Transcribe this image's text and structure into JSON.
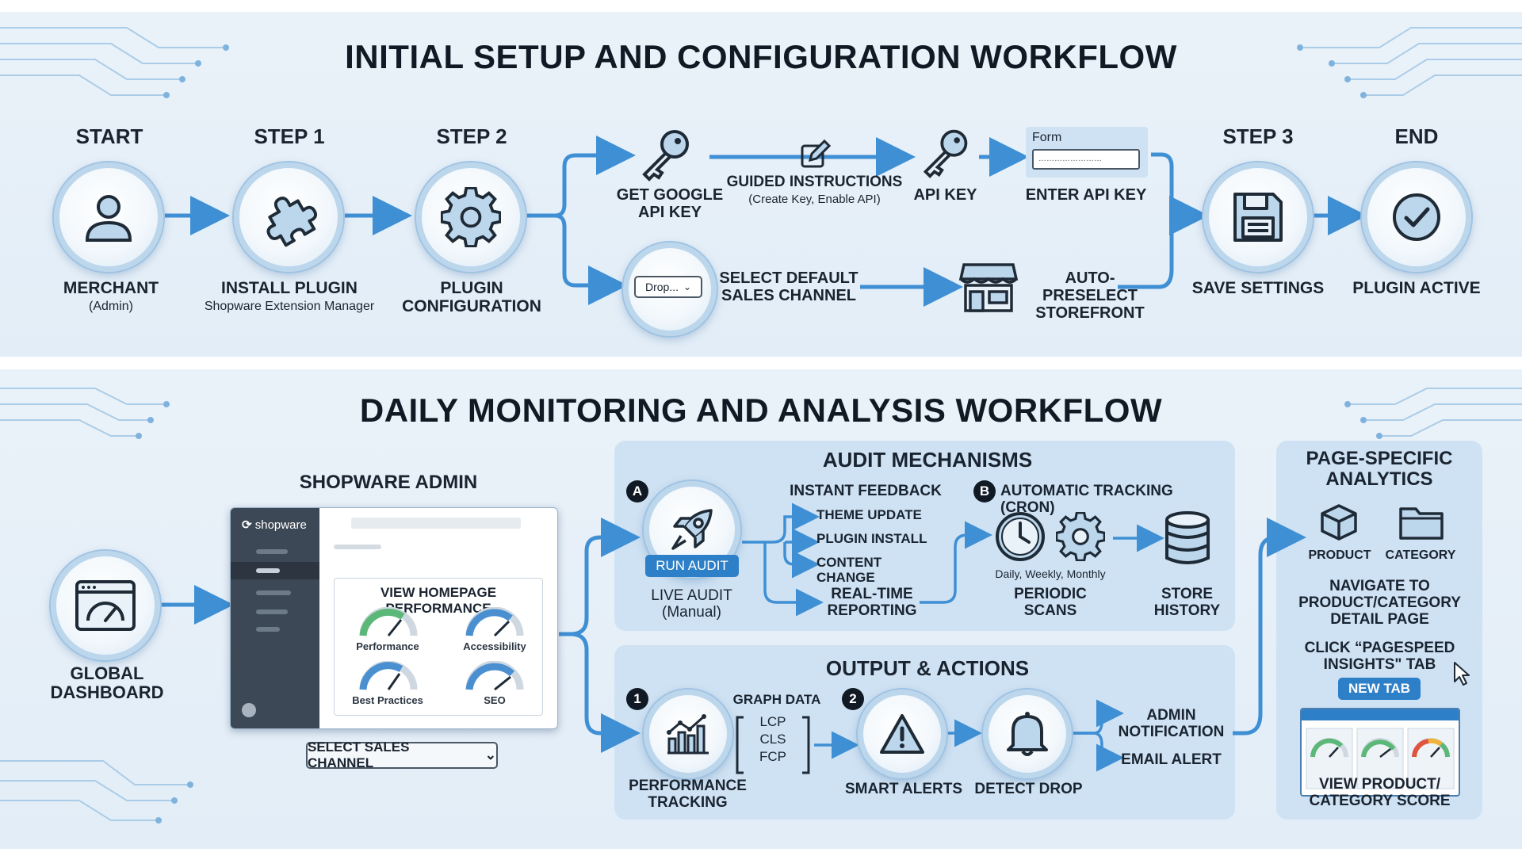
{
  "setup": {
    "title": "INITIAL SETUP AND CONFIGURATION WORKFLOW",
    "start": {
      "heading": "START",
      "label": "MERCHANT",
      "sub": "(Admin)"
    },
    "step1": {
      "heading": "STEP 1",
      "label": "INSTALL PLUGIN",
      "sub": "Shopware Extension Manager"
    },
    "step2": {
      "heading": "STEP 2",
      "label": "PLUGIN CONFIGURATION"
    },
    "get_key": "GET GOOGLE API KEY",
    "guided": {
      "label": "GUIDED INSTRUCTIONS",
      "sub": "(Create Key, Enable API)"
    },
    "api_key": "API KEY",
    "form": {
      "label": "Form",
      "field": "……………………",
      "caption": "ENTER API KEY"
    },
    "dropdown": {
      "text": "Drop..."
    },
    "select_default": "SELECT DEFAULT SALES CHANNEL",
    "auto_preselect": "AUTO-PRESELECT STOREFRONT",
    "step3": {
      "heading": "STEP 3",
      "label": "SAVE SETTINGS"
    },
    "end": {
      "heading": "END",
      "label": "PLUGIN ACTIVE"
    }
  },
  "daily": {
    "title": "DAILY MONITORING AND ANALYSIS WORKFLOW",
    "global_dashboard": "GLOBAL DASHBOARD",
    "shopware_admin": {
      "heading": "SHOPWARE ADMIN",
      "logo": "shopware",
      "card_title": "VIEW HOMEPAGE PERFORMANCE",
      "gauges": [
        "Performance",
        "Accessibility",
        "Best Practices",
        "SEO"
      ],
      "select_label": "SELECT SALES CHANNEL"
    },
    "audit": {
      "title": "AUDIT MECHANISMS",
      "badge_a": "A",
      "run_button": "RUN AUDIT",
      "live_audit": "LIVE AUDIT",
      "live_audit_sub": "(Manual)",
      "instant_feedback": "INSTANT FEEDBACK",
      "triggers": [
        "THEME UPDATE",
        "PLUGIN INSTALL",
        "CONTENT CHANGE"
      ],
      "realtime": "REAL-TIME REPORTING",
      "badge_b": "B",
      "auto_tracking": "AUTOMATIC TRACKING (CRON)",
      "frequency": "Daily, Weekly, Monthly",
      "periodic": "PERIODIC SCANS",
      "store_history": "STORE HISTORY"
    },
    "output": {
      "title": "OUTPUT & ACTIONS",
      "badge_1": "1",
      "badge_2": "2",
      "perf_tracking": "PERFORMANCE TRACKING",
      "graph_data": "GRAPH DATA",
      "metrics": [
        "LCP",
        "CLS",
        "FCP"
      ],
      "smart_alerts": "SMART ALERTS",
      "detect_drop": "DETECT DROP",
      "admin_notification": "ADMIN NOTIFICATION",
      "email_alert": "EMAIL ALERT"
    },
    "page_specific": {
      "title": "PAGE-SPECIFIC ANALYTICS",
      "product": "PRODUCT",
      "category": "CATEGORY",
      "navigate": "NAVIGATE TO PRODUCT/CATEGORY DETAIL PAGE",
      "click_tab": "CLICK “PAGESPEED INSIGHTS\" TAB",
      "new_tab": "NEW TAB",
      "view_score": "VIEW PRODUCT/ CATEGORY SCORE"
    }
  },
  "colors": {
    "accent": "#2d7fc7",
    "arrow": "#3f8fd4",
    "panel": "#e6f0f8",
    "subpanel": "#cfe2f3",
    "ring": "#bcd6ec",
    "text": "#1a2430"
  }
}
